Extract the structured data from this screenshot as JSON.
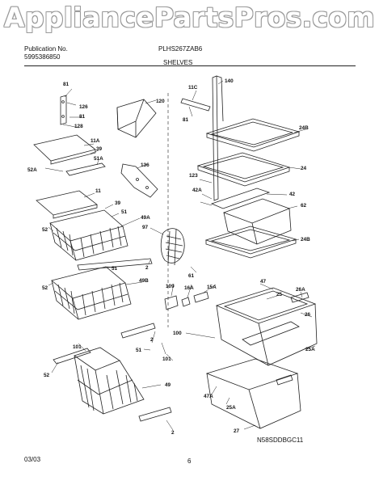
{
  "watermark": "AppliancePartsPros.com",
  "header": {
    "publication_label": "Publication No.",
    "publication_no": "5995386850",
    "model": "PLHS267ZAB6",
    "section": "SHELVES"
  },
  "footer": {
    "date": "03/03",
    "page": "6",
    "diagram_code": "N58SDDBGC11"
  },
  "callouts": [
    "81",
    "126",
    "81",
    "128",
    "120",
    "11C",
    "140",
    "81",
    "24B",
    "11A",
    "39",
    "51A",
    "52A",
    "136",
    "123",
    "24",
    "42A",
    "42",
    "62",
    "11",
    "39",
    "51",
    "49A",
    "52",
    "97",
    "24B",
    "61",
    "51",
    "2",
    "47",
    "109",
    "16A",
    "15A",
    "26A",
    "25",
    "52",
    "49B",
    "100",
    "26",
    "2",
    "25A",
    "51",
    "101",
    "101",
    "52",
    "49",
    "47A",
    "25A",
    "27",
    "2"
  ]
}
